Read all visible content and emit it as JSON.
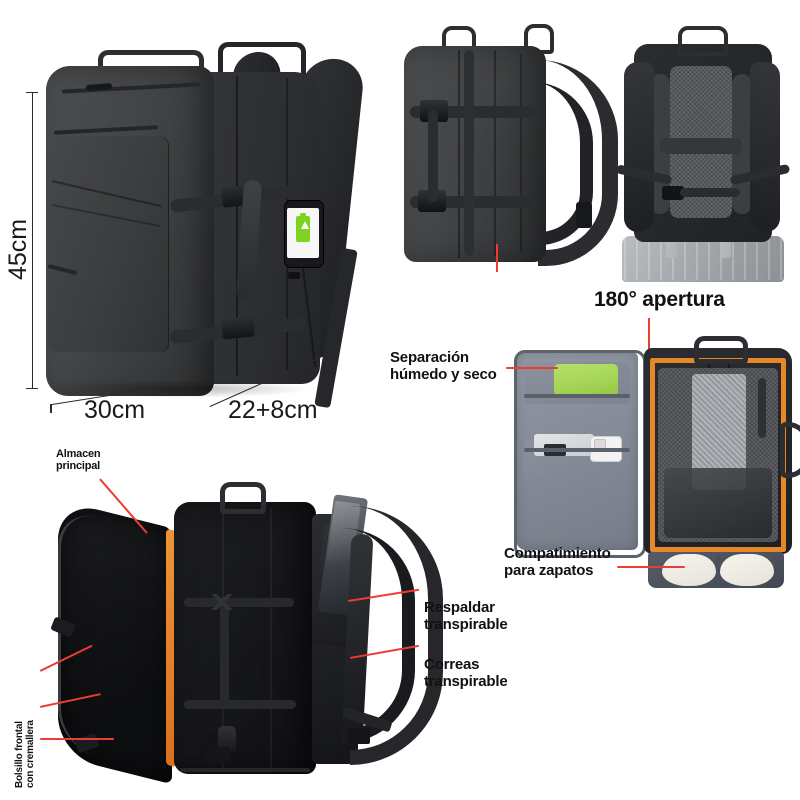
{
  "page": {
    "title": "Mochila de viaje — infografía de características",
    "background": "#ffffff",
    "accent_red": "#ee3b33",
    "accent_orange": "#e8862a",
    "text_color": "#111111"
  },
  "dimensions": {
    "height_label": "45cm",
    "width_label": "30cm",
    "depth_label": "22+8cm"
  },
  "callouts": {
    "opening": "180° apertura",
    "wet_dry": "Separación\nhúmedo y seco",
    "shoes": "Compatimiento\npara zapatos",
    "main_storage": "Almacen\nprincipal",
    "back_panel": "Respaldar\ntranspirable",
    "straps": "Correas\ntranspirable",
    "front_pocket": "Bolsillo frontal\ncon cremallera"
  },
  "views": {
    "front": "vista-frontal-expandida",
    "side_compressed": "vista-lateral-comprimida",
    "back_trolley": "vista-posterior-con-maleta",
    "open_180": "vista-abierta-180-grados",
    "open_side": "vista-lateral-abierta"
  },
  "features": {
    "usb_charging": "puerto-usb-carga",
    "battery_icon": "bateria-cargando",
    "shoe_count": 2,
    "orange_zipper": "#e8862a"
  }
}
